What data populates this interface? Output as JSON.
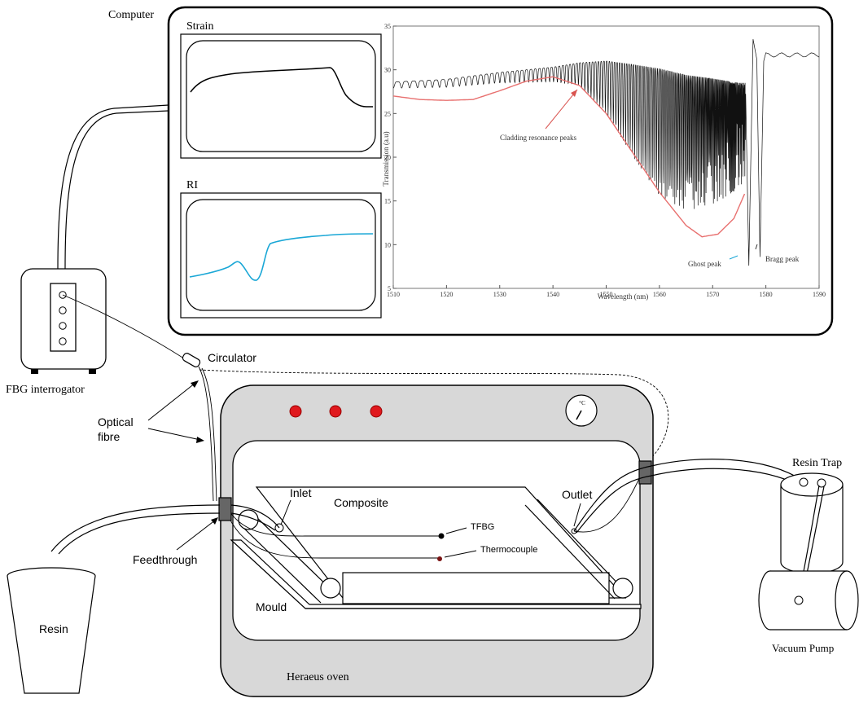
{
  "labels": {
    "computer": "Computer",
    "strain": "Strain",
    "ri": "RI",
    "fbg_interrogator": "FBG interrogator",
    "circulator": "Circulator",
    "optical_fibre_1": "Optical",
    "optical_fibre_2": "fibre",
    "inlet": "Inlet",
    "outlet": "Outlet",
    "composite": "Composite",
    "tfbg": "TFBG",
    "thermocouple": "Thermocouple",
    "feedthrough": "Feedthrough",
    "mould": "Mould",
    "resin": "Resin",
    "resin_trap": "Resin Trap",
    "vacuum_pump": "Vacuum  Pump",
    "oven": "Heraeus oven",
    "thermometer_unit": "°C"
  },
  "chart_data": {
    "type": "line",
    "xlabel": "Wavelength (nm)",
    "ylabel": "Transmission (a.u)",
    "xlim": [
      1510,
      1590
    ],
    "ylim": [
      5,
      35
    ],
    "xticks": [
      "1510",
      "1520",
      "1530",
      "1540",
      "1550",
      "1560",
      "1570",
      "1580",
      "1590"
    ],
    "yticks": [
      "5",
      "10",
      "15",
      "20",
      "25",
      "30",
      "35"
    ],
    "annotations": {
      "cladding": "Cladding resonance peaks",
      "ghost": "Ghost peak",
      "bragg": "Bragg peak"
    },
    "envelope": {
      "x": [
        1510,
        1515,
        1520,
        1525,
        1530,
        1535,
        1540,
        1545,
        1550,
        1555,
        1560,
        1565,
        1568,
        1571,
        1574,
        1576
      ],
      "y": [
        27,
        26.6,
        26.5,
        26.6,
        27.6,
        28.7,
        29.2,
        28.2,
        25.0,
        20.5,
        16.0,
        12.2,
        10.9,
        11.2,
        13.0,
        15.8
      ]
    },
    "spectrum": {
      "upper_x": [
        1510,
        1520,
        1530,
        1540,
        1545,
        1550,
        1555,
        1560,
        1565,
        1570,
        1575
      ],
      "upper_y": [
        28.6,
        28.9,
        29.7,
        30.3,
        30.8,
        31.0,
        30.6,
        30.1,
        29.4,
        29.0,
        28.5
      ],
      "depth_x": [
        1510,
        1520,
        1530,
        1540,
        1545,
        1550,
        1555,
        1560,
        1565,
        1570,
        1575
      ],
      "depth_y": [
        0.7,
        0.9,
        1.2,
        1.7,
        2.6,
        6.0,
        10.5,
        14.5,
        15.5,
        14.5,
        12.0
      ],
      "ghost_x": 1576.8,
      "ghost_y": 7.6,
      "bragg_x": 1578.9,
      "bragg_y": 8.6,
      "tail_y": 31.7
    }
  }
}
